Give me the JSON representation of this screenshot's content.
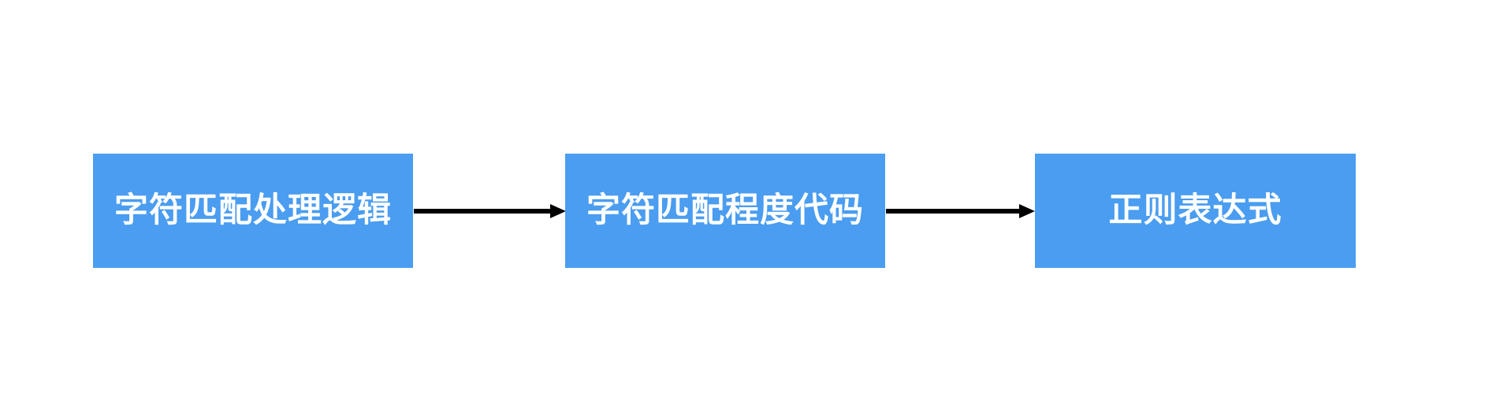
{
  "diagram": {
    "type": "flowchart",
    "direction": "left-to-right",
    "nodes": [
      {
        "id": "node-1",
        "label": "字符匹配处理逻辑"
      },
      {
        "id": "node-2",
        "label": "字符匹配程度代码"
      },
      {
        "id": "node-3",
        "label": "正则表达式"
      }
    ],
    "edges": [
      {
        "from": "node-1",
        "to": "node-2",
        "style": "solid-arrow-right"
      },
      {
        "from": "node-2",
        "to": "node-3",
        "style": "solid-arrow-right"
      }
    ],
    "colors": {
      "canvas_background": "#ffffff",
      "node_fill": "#4A9DF0",
      "node_text": "#ffffff",
      "arrow": "#000000"
    }
  }
}
